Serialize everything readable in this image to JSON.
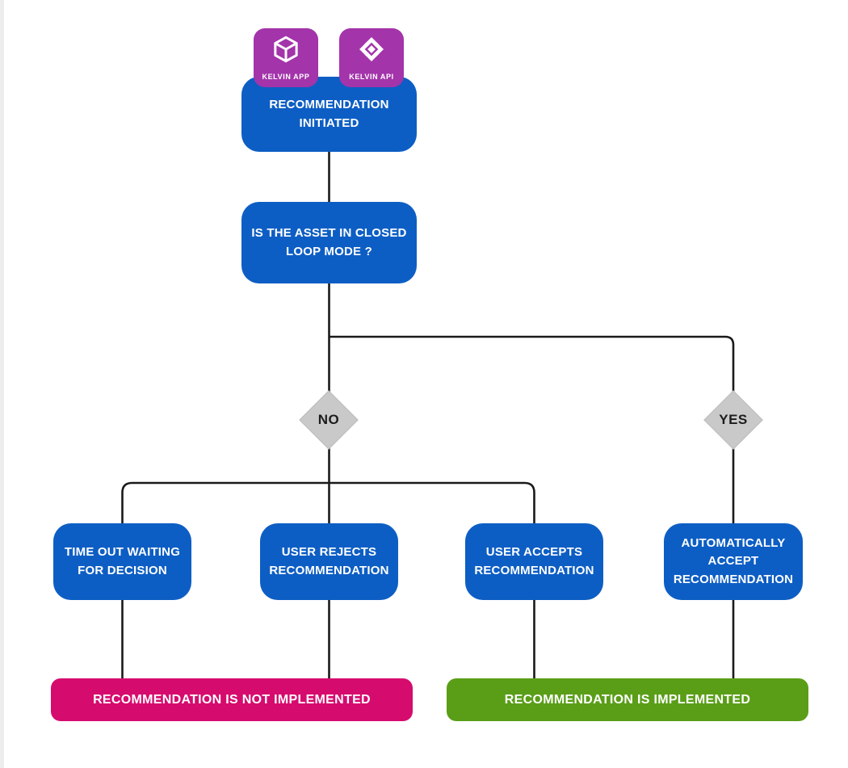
{
  "badges": [
    {
      "label": "KELVIN APP",
      "icon": "cube-3d-icon"
    },
    {
      "label": "KELVIN API",
      "icon": "api-arrows-icon"
    }
  ],
  "flowchart": {
    "start": "RECOMMENDATION\nINITIATED",
    "question": "IS THE ASSET IN CLOSED\nLOOP MODE ?",
    "decisions": {
      "no": "NO",
      "yes": "YES"
    },
    "outcomes": {
      "timeout": "TIME OUT WAITING\nFOR DECISION",
      "user_rejects": "USER REJECTS\nRECOMMENDATION",
      "user_accepts": "USER ACCEPTS\nRECOMMENDATION",
      "auto_accept": "AUTOMATICALLY\nACCEPT\nRECOMMENDATION"
    },
    "results": {
      "not_implemented": "RECOMMENDATION IS NOT IMPLEMENTED",
      "implemented": "RECOMMENDATION IS IMPLEMENTED"
    }
  },
  "colors": {
    "node_blue": "#0d5ec4",
    "badge_purple": "#a334aa",
    "result_pink": "#d60b6e",
    "result_green": "#5a9e18",
    "diamond_gray": "#c9c9c9",
    "connector_black": "#1a1a1a",
    "text_white": "#ffffff"
  }
}
